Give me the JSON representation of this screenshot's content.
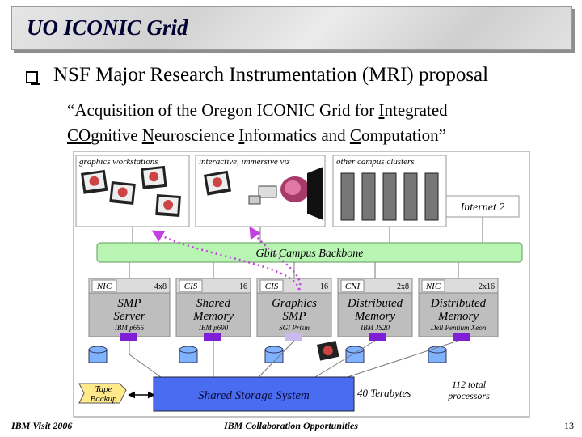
{
  "title": "UO ICONIC Grid",
  "bullet_text": "NSF Major Research Instrumentation (MRI) proposal",
  "quote_line1_parts": [
    "“Acquisition of the Oregon ICONIC Grid for ",
    "I",
    "ntegrated"
  ],
  "quote_line2_parts": [
    "CO",
    "gnitive ",
    "N",
    "euroscience ",
    "I",
    "nformatics and ",
    "C",
    "omputation”"
  ],
  "diagram": {
    "top_labels": [
      "graphics workstations",
      "interactive, immersive viz",
      "other campus clusters"
    ],
    "internet": "Internet 2",
    "backbone": "Gbit Campus Backbone",
    "nodes": [
      {
        "tag": "NIC",
        "count": "4x8",
        "name_line1": "SMP",
        "name_line2": "Server",
        "model": "IBM p655"
      },
      {
        "tag": "CIS",
        "count": "16",
        "name_line1": "Shared",
        "name_line2": "Memory",
        "model": "IBM p690"
      },
      {
        "tag": "CIS",
        "count": "16",
        "name_line1": "Graphics",
        "name_line2": "SMP",
        "model": "SGI Prism"
      },
      {
        "tag": "CNI",
        "count": "2x8",
        "name_line1": "Distributed",
        "name_line2": "Memory",
        "model": "IBM JS20"
      },
      {
        "tag": "NIC",
        "count": "2x16",
        "name_line1": "Distributed",
        "name_line2": "Memory",
        "model": "Dell Pentium Xeon"
      }
    ],
    "tape_line1": "Tape",
    "tape_line2": "Backup",
    "storage": "Shared Storage System",
    "terabytes": "40 Terabytes",
    "processors_line1": "112 total",
    "processors_line2": "processors",
    "colors": {
      "backbone": "#b8f5b3",
      "node": "#bebebe",
      "node_header": "#dcdcdc",
      "storage": "#4a6cf0",
      "tape": "#ffe98a",
      "disk": "#7fb2ff",
      "port": "#7f1fd6",
      "arrow": "#c43fe0"
    }
  },
  "footer": {
    "left": "IBM Visit 2006",
    "center": "IBM Collaboration Opportunities",
    "page": "13"
  }
}
